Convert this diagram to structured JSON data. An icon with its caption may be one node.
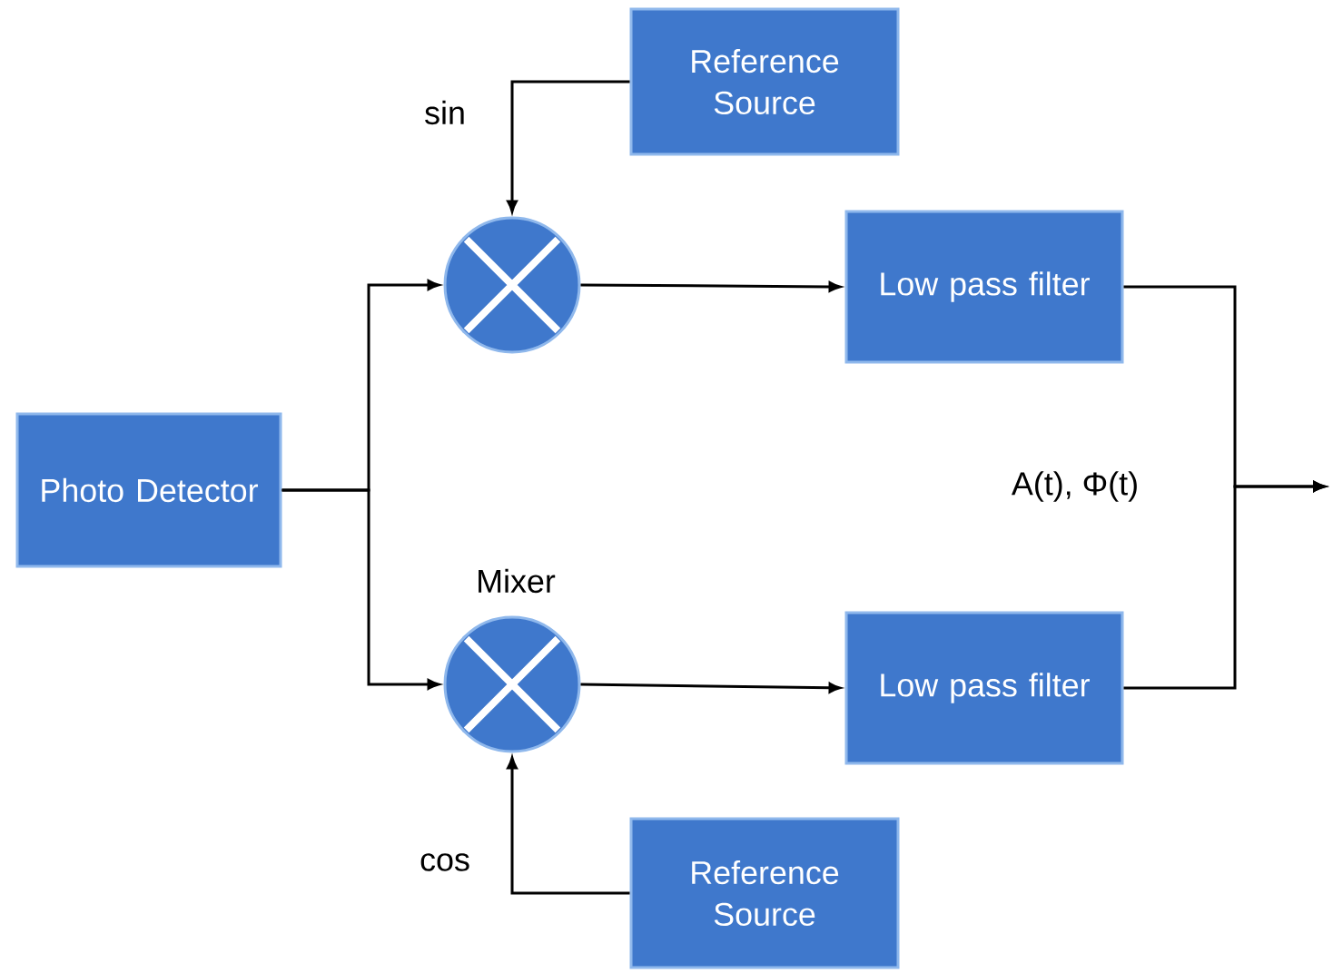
{
  "diagram": {
    "nodes": [
      {
        "text": [
          "Photo Detector"
        ]
      },
      {
        "text": [
          "Reference Source"
        ]
      },
      {
        "text": [],
        "shape": "circle"
      },
      {
        "text": [
          "Low pass filter"
        ]
      },
      {
        "text": [],
        "shape": "circle",
        "beside": [
          "Mixer"
        ]
      },
      {
        "text": [
          "Low pass filter"
        ]
      },
      {
        "text": [
          "Reference Source"
        ]
      }
    ],
    "edges": [
      {
        "from": 0,
        "to": 2,
        "arrow": "to"
      },
      {
        "from": 0,
        "to": 4,
        "arrow": "to"
      },
      {
        "from": 1,
        "to": 2,
        "arrow": "to",
        "label": "sin"
      },
      {
        "from": 2,
        "to": 3,
        "arrow": "to"
      },
      {
        "from": 6,
        "to": 4,
        "arrow": "to",
        "label": "cos"
      },
      {
        "from": 4,
        "to": 5,
        "arrow": "to"
      },
      {
        "from": 3,
        "to": null,
        "arrow": "to"
      },
      {
        "from": 5,
        "to": null,
        "arrow": "to"
      }
    ],
    "labels": [
      "A(t), Φ(t)"
    ]
  }
}
